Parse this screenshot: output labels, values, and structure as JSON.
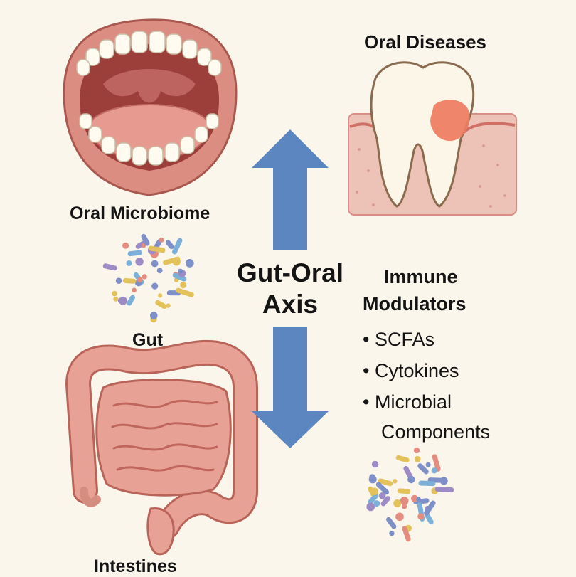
{
  "labels": {
    "oral_diseases": "Oral Diseases",
    "oral_microbiome": "Oral Microbiome",
    "gut": "Gut",
    "axis_line1": "Gut-Oral",
    "axis_line2": "Axis",
    "immune_line1": "Immune",
    "immune_line2": "Modulators",
    "intestines": "Intestines"
  },
  "modulators": [
    "SCFAs",
    "Cytokines",
    "Microbial",
    "Components"
  ],
  "colors": {
    "background": "#fbf6ec",
    "arrow": "#5b86bf",
    "lip": "#d98a80",
    "gum": "#eab3aa",
    "tooth": "#fdf9ee",
    "intestine": "#e69f93",
    "lesion": "#ee7c60"
  },
  "bacteria_colors": [
    "#7f8fc8",
    "#e38c7f",
    "#e3c25c",
    "#9d8bc6",
    "#7cb0d8"
  ]
}
